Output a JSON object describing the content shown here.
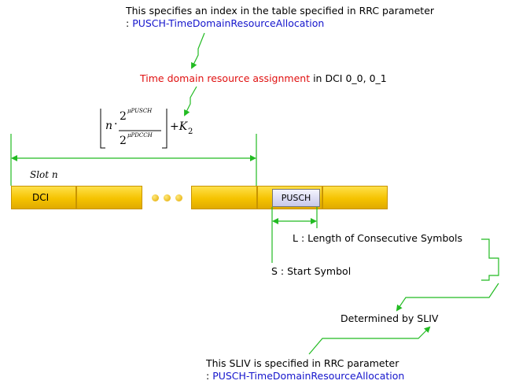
{
  "top_note": {
    "line1": "This specifies an index in the table specified in RRC parameter",
    "line2_prefix": ": ",
    "line2_param": "PUSCH-TimeDomainResourceAllocation"
  },
  "dci_field": {
    "name": "Time domain resource assignment",
    "suffix": " in DCI 0_0, 0_1"
  },
  "formula": {
    "n": "n",
    "dot": "·",
    "num_base": "2",
    "num_exp": "μPUSCH",
    "den_base": "2",
    "den_exp": "μPDCCH",
    "plus_k": "+K",
    "k_sub": "2"
  },
  "slot_label": "Slot n",
  "dci_label": "DCI",
  "pusch_label": "PUSCH",
  "length_label": "L : Length of Consecutive Symbols",
  "start_label": "S : Start Symbol",
  "sliv_label": "Determined by SLIV",
  "bottom_note": {
    "line1": "This SLIV is specified in RRC parameter",
    "line2_prefix": ": ",
    "line2_param": "PUSCH-TimeDomainResourceAllocation"
  },
  "colors": {
    "line_green": "#22bb22",
    "param_blue": "#1515cc",
    "field_red": "#e01010",
    "slot_yellow": "#f5c300"
  }
}
